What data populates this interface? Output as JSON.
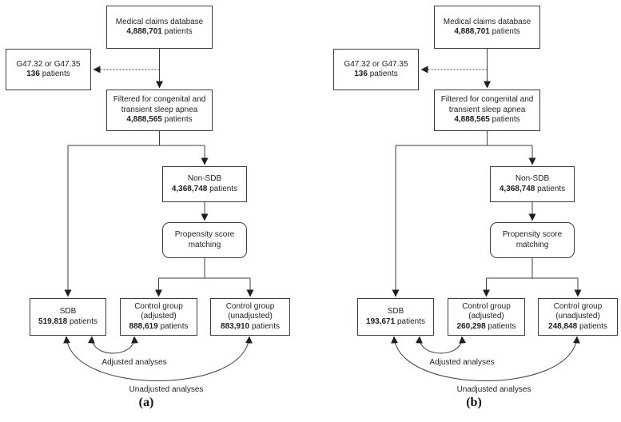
{
  "panels": [
    {
      "caption": "(a)",
      "boxes": {
        "database": {
          "line1": "Medical claims database",
          "count": "4,888,701",
          "suffix": "patients"
        },
        "excluded": {
          "line1": "G47.32 or G47.35",
          "count": "136",
          "suffix": "patients"
        },
        "filtered": {
          "line1": "Filtered for congenital and",
          "line2": "transient sleep apnea",
          "count": "4,888,565",
          "suffix": "patients"
        },
        "non_sdb": {
          "line1": "Non-SDB",
          "count": "4,368,748",
          "suffix": "patients"
        },
        "propensity": {
          "line1": "Propensity score",
          "line2": "matching"
        },
        "sdb": {
          "line1": "SDB",
          "count": "519,818",
          "suffix": "patients"
        },
        "control_adjusted": {
          "line1": "Control group",
          "line2": "(adjusted)",
          "count": "888,619",
          "suffix": "patients"
        },
        "control_unadjusted": {
          "line1": "Control group",
          "line2": "(unadjusted)",
          "count": "883,910",
          "suffix": "patients"
        }
      },
      "labels": {
        "adjusted": "Adjusted analyses",
        "unadjusted": "Unadjusted analyses"
      }
    },
    {
      "caption": "(b)",
      "boxes": {
        "database": {
          "line1": "Medical claims database",
          "count": "4,888,701",
          "suffix": "patients"
        },
        "excluded": {
          "line1": "G47.32 or G47.35",
          "count": "136",
          "suffix": "patients"
        },
        "filtered": {
          "line1": "Filtered for congenital and",
          "line2": "transient sleep apnea",
          "count": "4,888,565",
          "suffix": "patients"
        },
        "non_sdb": {
          "line1": "Non-SDB",
          "count": "4,368,748",
          "suffix": "patients"
        },
        "propensity": {
          "line1": "Propensity score",
          "line2": "matching"
        },
        "sdb": {
          "line1": "SDB",
          "count": "193,671",
          "suffix": "patients"
        },
        "control_adjusted": {
          "line1": "Control group",
          "line2": "(adjusted)",
          "count": "260,298",
          "suffix": "patients"
        },
        "control_unadjusted": {
          "line1": "Control group",
          "line2": "(unadjusted)",
          "count": "248,848",
          "suffix": "patients"
        }
      },
      "labels": {
        "adjusted": "Adjusted analyses",
        "unadjusted": "Unadjusted analyses"
      }
    }
  ],
  "style": {
    "line_color": "#3c3c3c",
    "arrow_color": "#1f1f1f",
    "box_fill": "#ffffff"
  }
}
